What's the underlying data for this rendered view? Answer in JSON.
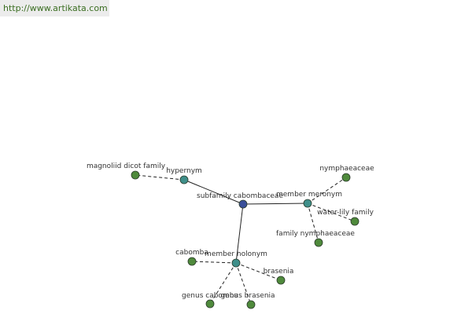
{
  "site": {
    "url": "http://www.artikata.com"
  },
  "colors": {
    "center_node": "#3a4f9a",
    "relation_node": "#3f8f8a",
    "term_node": "#4f8a3c",
    "edge": "#222222",
    "url_text": "#3b6e22"
  },
  "graph": {
    "center": {
      "id": "center",
      "label": "subfamily cabombaceae"
    },
    "relations": [
      {
        "id": "hypernym",
        "label": "hypernym"
      },
      {
        "id": "meronym",
        "label": "member meronym"
      },
      {
        "id": "holonym",
        "label": "member holonym"
      }
    ],
    "terms": [
      {
        "id": "magnoliid",
        "label": "magnoliid dicot family",
        "parent": "hypernym"
      },
      {
        "id": "nymphaeaceae",
        "label": "nymphaeaceae",
        "parent": "meronym"
      },
      {
        "id": "waterlily",
        "label": "water-lily family",
        "parent": "meronym"
      },
      {
        "id": "familynymph",
        "label": "family nymphaeaceae",
        "parent": "meronym"
      },
      {
        "id": "cabomba",
        "label": "cabomba",
        "parent": "holonym"
      },
      {
        "id": "brasenia",
        "label": "brasenia",
        "parent": "holonym"
      },
      {
        "id": "genuscabomba",
        "label": "genus cabomba",
        "parent": "holonym"
      },
      {
        "id": "genusbrasenia",
        "label": "genus brasenia",
        "parent": "holonym"
      }
    ]
  }
}
